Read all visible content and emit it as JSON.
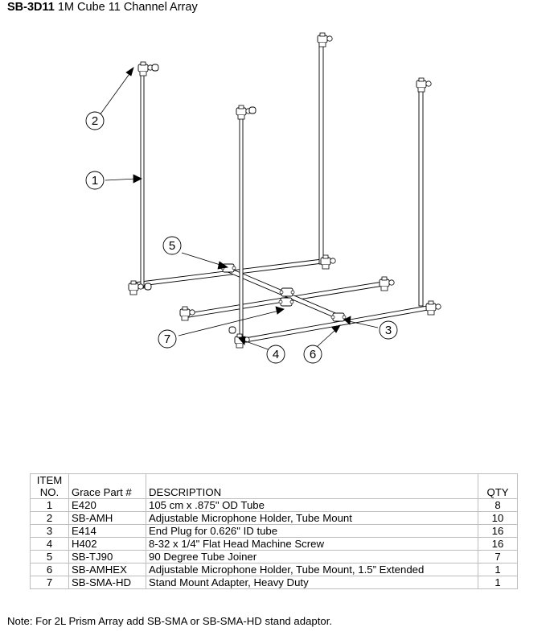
{
  "header": {
    "model": "SB-3D11",
    "title": "1M Cube 11 Channel Array"
  },
  "callouts": [
    "1",
    "2",
    "3",
    "4",
    "5",
    "6",
    "7"
  ],
  "table": {
    "headers": {
      "item_line1": "ITEM",
      "item_line2": "NO.",
      "part": "Grace Part #",
      "description": "DESCRIPTION",
      "qty": "QTY"
    },
    "rows": [
      {
        "item": "1",
        "part": "E420",
        "description": "105 cm x .875\" OD Tube",
        "qty": "8"
      },
      {
        "item": "2",
        "part": "SB-AMH",
        "description": "Adjustable Microphone Holder, Tube Mount",
        "qty": "10"
      },
      {
        "item": "3",
        "part": "E414",
        "description": "End Plug for 0.626\" ID tube",
        "qty": "16"
      },
      {
        "item": "4",
        "part": "H402",
        "description": "8-32 x 1/4\" Flat Head Machine Screw",
        "qty": "16"
      },
      {
        "item": "5",
        "part": "SB-TJ90",
        "description": "90 Degree Tube Joiner",
        "qty": "7"
      },
      {
        "item": "6",
        "part": "SB-AMHEX",
        "description": "Adjustable Microphone Holder, Tube Mount, 1.5” Extended",
        "qty": "1"
      },
      {
        "item": "7",
        "part": "SB-SMA-HD",
        "description": "Stand Mount Adapter, Heavy Duty",
        "qty": "1"
      }
    ]
  },
  "note": "Note: For 2L Prism Array add SB-SMA or SB-SMA-HD stand adaptor."
}
